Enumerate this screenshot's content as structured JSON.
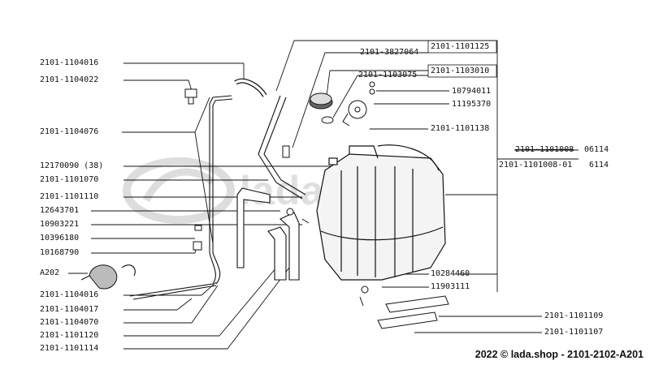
{
  "diagram": {
    "labels_left": [
      {
        "id": "l1",
        "text": "2101-1104016"
      },
      {
        "id": "l2",
        "text": "2101-1104022"
      },
      {
        "id": "l3",
        "text": "2101-1104076"
      },
      {
        "id": "l4",
        "text": "12170090 (38)"
      },
      {
        "id": "l5",
        "text": "2101-1101070"
      },
      {
        "id": "l6",
        "text": "2101-1101110"
      },
      {
        "id": "l7",
        "text": "12643701"
      },
      {
        "id": "l8",
        "text": "10903221"
      },
      {
        "id": "l9",
        "text": "10396180"
      },
      {
        "id": "l10",
        "text": "10168790"
      },
      {
        "id": "l11",
        "text": "A202"
      },
      {
        "id": "l12",
        "text": "2101-1104016"
      },
      {
        "id": "l13",
        "text": "2101-1104017"
      },
      {
        "id": "l14",
        "text": "2101-1104070"
      },
      {
        "id": "l15",
        "text": "2101-1101120"
      },
      {
        "id": "l16",
        "text": "2101-1101114"
      }
    ],
    "labels_right": [
      {
        "id": "r1",
        "text": "2101-1101125"
      },
      {
        "id": "r2",
        "text": "2101-3827064"
      },
      {
        "id": "r3",
        "text": "2101-1103010"
      },
      {
        "id": "r4",
        "text": "2101-1103075"
      },
      {
        "id": "r5",
        "text": "10794011"
      },
      {
        "id": "r6",
        "text": "11195370"
      },
      {
        "id": "r7",
        "text": "2101-1101138"
      },
      {
        "id": "r8",
        "text": "2101-1101008"
      },
      {
        "id": "r8b",
        "text": "06114"
      },
      {
        "id": "r9",
        "text": "2101-1101008-01"
      },
      {
        "id": "r9b",
        "text": "6114"
      },
      {
        "id": "r10",
        "text": "10284460"
      },
      {
        "id": "r11",
        "text": "11903111"
      },
      {
        "id": "r12",
        "text": "2101-1101109"
      },
      {
        "id": "r13",
        "text": "2101-1101107"
      }
    ]
  },
  "watermark": {
    "text": "lada.shop"
  },
  "footer": {
    "text": "2022 © lada.shop - 2101-2102-A201"
  }
}
